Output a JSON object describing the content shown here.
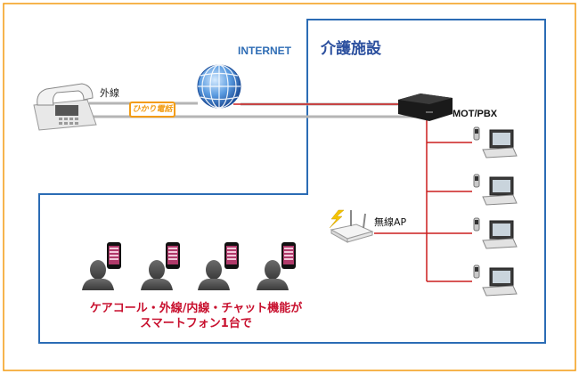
{
  "labels": {
    "internet": "INTERNET",
    "facility": "介護施設",
    "outside_line": "外線",
    "hikari_logo": "ひかり電話",
    "pbx": "MOT/PBX",
    "wireless_ap": "無線AP"
  },
  "caption": {
    "line1": "ケアコール・外線/内線・チャット機能が",
    "line2": "スマートフォン1台で"
  },
  "colors": {
    "frame_orange": "#f39c12",
    "facility_blue": "#2b6cb5",
    "link_red": "#cc1f1f",
    "caption_red": "#c8102e"
  },
  "icons": {
    "desk_phone": "office-telephone-icon",
    "globe": "internet-globe-icon",
    "router": "pbx-device-icon",
    "laptop": "laptop-icon",
    "access_point": "wireless-ap-icon",
    "person": "person-silhouette-icon",
    "smartphone": "smartphone-icon"
  }
}
